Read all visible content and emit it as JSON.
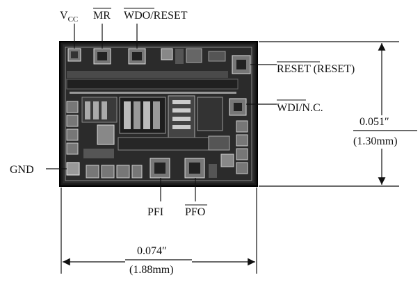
{
  "pins": {
    "vcc": "V",
    "vcc_sub": "CC",
    "mr": "MR",
    "wdo_reset": "WDO/RESET",
    "reset": "RESET (RESET)",
    "wdi": "WDI/N.C.",
    "gnd": "GND",
    "pfi": "PFI",
    "pfo": "PFO"
  },
  "dimensions": {
    "height_in": "0.051″",
    "height_mm": "(1.30mm)",
    "width_in": "0.074″",
    "width_mm": "(1.88mm)"
  }
}
